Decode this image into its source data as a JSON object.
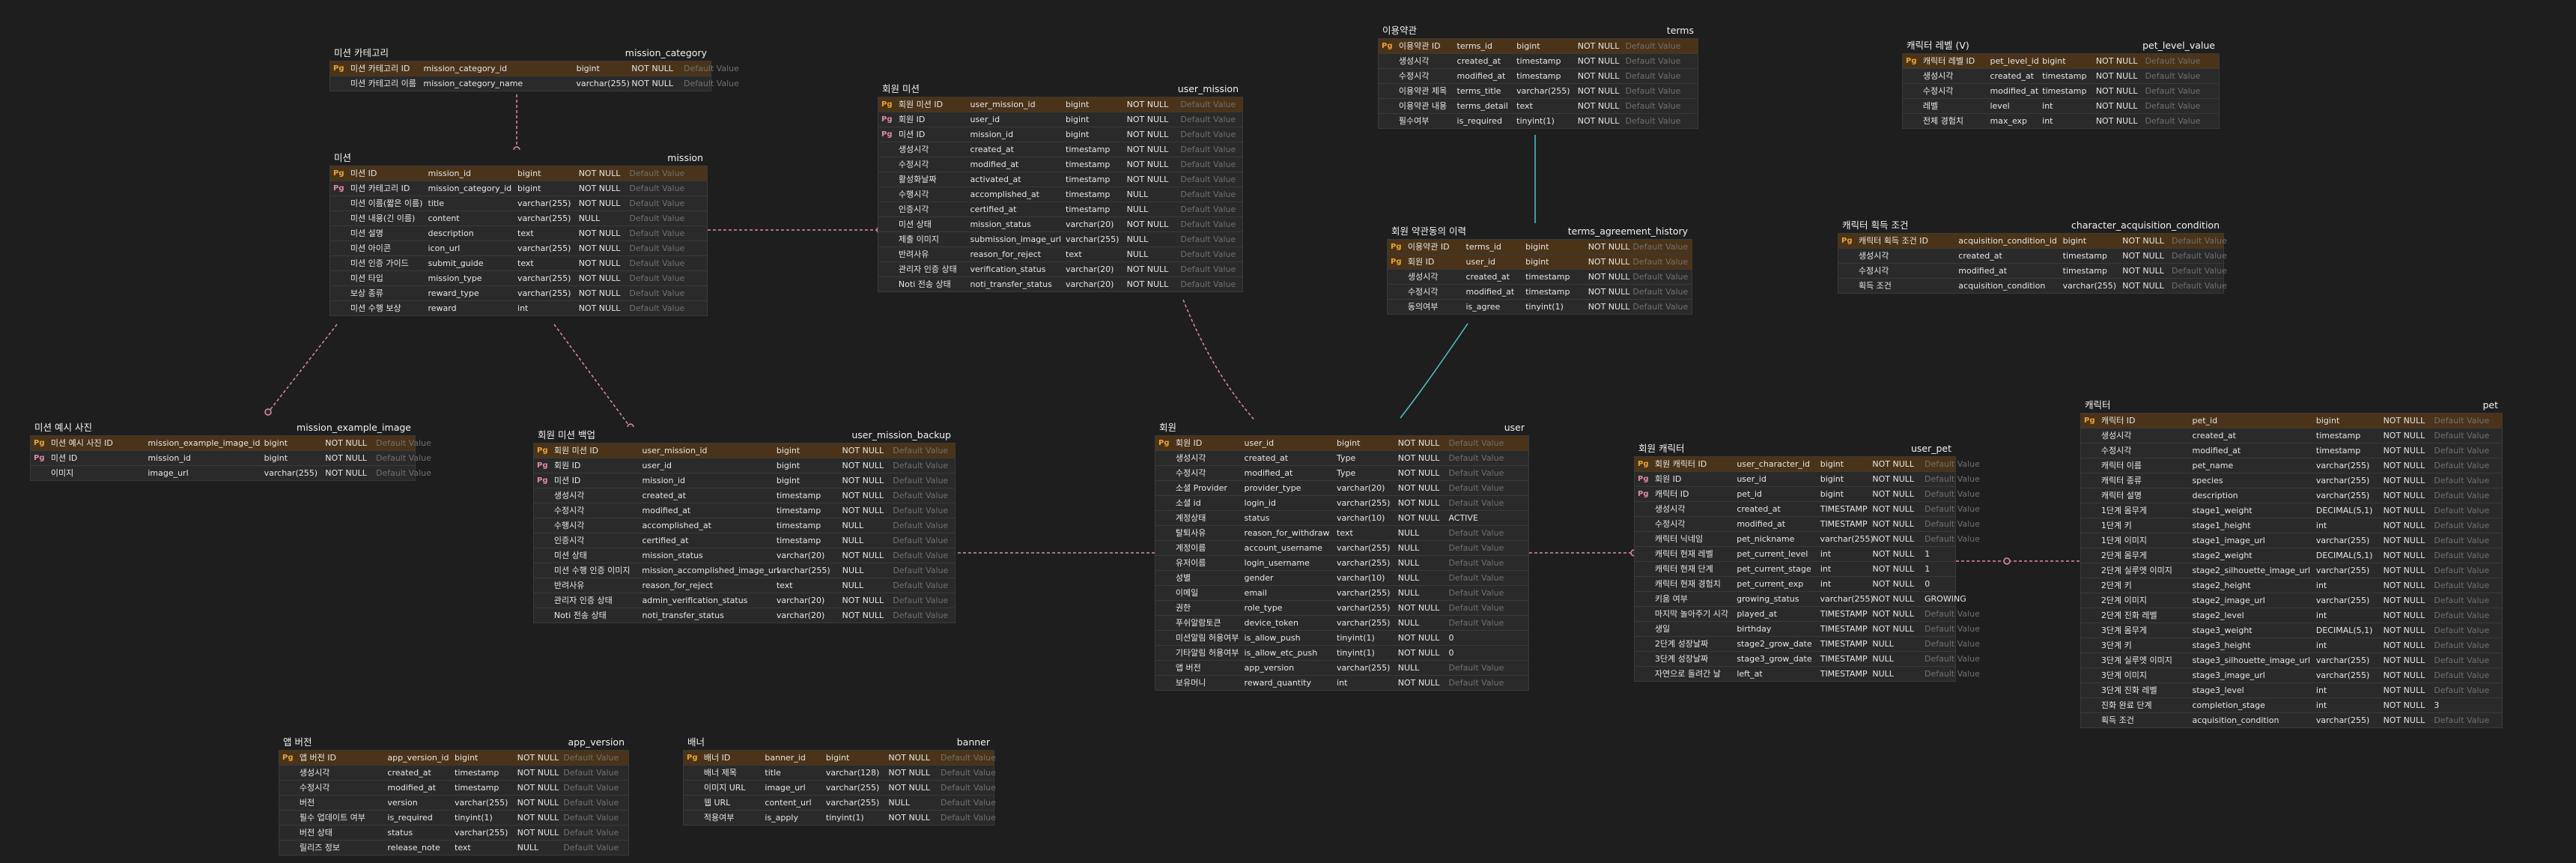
{
  "colors": {
    "background": "#1e1e1e",
    "pk_row": "#4a3318",
    "pink_edge": "#e08aa6",
    "cyan_edge": "#54c4c8"
  },
  "key_labels": {
    "pk": "Pg",
    "fk": "Pg"
  },
  "default_placeholder": "Default Value",
  "tables": [
    {
      "id": "mission_category",
      "title": "미션 카테고리",
      "name": "mission_category",
      "rows": [
        [
          "pk",
          "미션 카테고리 ID",
          "mission_category_id",
          "bigint",
          "NOT NULL",
          ""
        ],
        [
          "",
          "미션 카테고리 이름",
          "mission_category_name",
          "varchar(255)",
          "NOT NULL",
          ""
        ]
      ]
    },
    {
      "id": "mission",
      "title": "미션",
      "name": "mission",
      "rows": [
        [
          "pk",
          "미션 ID",
          "mission_id",
          "bigint",
          "NOT NULL",
          ""
        ],
        [
          "fk",
          "미션 카테고리 ID",
          "mission_category_id",
          "bigint",
          "NOT NULL",
          ""
        ],
        [
          "",
          "미션 이름(짧은 이름)",
          "title",
          "varchar(255)",
          "NOT NULL",
          ""
        ],
        [
          "",
          "미션 내용(긴 이름)",
          "content",
          "varchar(255)",
          "NULL",
          ""
        ],
        [
          "",
          "미션 설명",
          "description",
          "text",
          "NOT NULL",
          ""
        ],
        [
          "",
          "미션 아이콘",
          "icon_url",
          "varchar(255)",
          "NOT NULL",
          ""
        ],
        [
          "",
          "미션 인증 가이드",
          "submit_guide",
          "text",
          "NOT NULL",
          ""
        ],
        [
          "",
          "미션 타입",
          "mission_type",
          "varchar(255)",
          "NOT NULL",
          ""
        ],
        [
          "",
          "보상 종류",
          "reward_type",
          "varchar(255)",
          "NOT NULL",
          ""
        ],
        [
          "",
          "미션 수행 보상",
          "reward",
          "int",
          "NOT NULL",
          ""
        ]
      ]
    },
    {
      "id": "user_mission",
      "title": "회원 미션",
      "name": "user_mission",
      "rows": [
        [
          "pk",
          "회원 미션 ID",
          "user_mission_id",
          "bigint",
          "NOT NULL",
          ""
        ],
        [
          "fk",
          "회원 ID",
          "user_id",
          "bigint",
          "NOT NULL",
          ""
        ],
        [
          "fk",
          "미션 ID",
          "mission_id",
          "bigint",
          "NOT NULL",
          ""
        ],
        [
          "",
          "생성시각",
          "created_at",
          "timestamp",
          "NOT NULL",
          ""
        ],
        [
          "",
          "수정시각",
          "modified_at",
          "timestamp",
          "NOT NULL",
          ""
        ],
        [
          "",
          "활성화날짜",
          "activated_at",
          "timestamp",
          "NOT NULL",
          ""
        ],
        [
          "",
          "수행시각",
          "accomplished_at",
          "timestamp",
          "NULL",
          ""
        ],
        [
          "",
          "인증시각",
          "certified_at",
          "timestamp",
          "NULL",
          ""
        ],
        [
          "",
          "미션 상태",
          "mission_status",
          "varchar(20)",
          "NOT NULL",
          ""
        ],
        [
          "",
          "제출 이미지",
          "submission_image_url",
          "varchar(255)",
          "NULL",
          ""
        ],
        [
          "",
          "반려사유",
          "reason_for_reject",
          "text",
          "NULL",
          ""
        ],
        [
          "",
          "관리자 인증 상태",
          "verification_status",
          "varchar(20)",
          "NOT NULL",
          ""
        ],
        [
          "",
          "Noti 전송 상태",
          "noti_transfer_status",
          "varchar(20)",
          "NOT NULL",
          ""
        ]
      ]
    },
    {
      "id": "terms",
      "title": "이용약관",
      "name": "terms",
      "rows": [
        [
          "pk",
          "이용약관 ID",
          "terms_id",
          "bigint",
          "NOT NULL",
          ""
        ],
        [
          "",
          "생성시각",
          "created_at",
          "timestamp",
          "NOT NULL",
          ""
        ],
        [
          "",
          "수정시각",
          "modified_at",
          "timestamp",
          "NOT NULL",
          ""
        ],
        [
          "",
          "이용약관 제목",
          "terms_title",
          "varchar(255)",
          "NOT NULL",
          ""
        ],
        [
          "",
          "이용약관 내용",
          "terms_detail",
          "text",
          "NOT NULL",
          ""
        ],
        [
          "",
          "필수여부",
          "is_required",
          "tinyint(1)",
          "NOT NULL",
          ""
        ]
      ]
    },
    {
      "id": "pet_level_value",
      "title": "캐릭터 레벨 (V)",
      "name": "pet_level_value",
      "rows": [
        [
          "pk",
          "캐릭터 레벨 ID",
          "pet_level_id",
          "bigint",
          "NOT NULL",
          ""
        ],
        [
          "",
          "생성시각",
          "created_at",
          "timestamp",
          "NOT NULL",
          ""
        ],
        [
          "",
          "수정시각",
          "modified_at",
          "timestamp",
          "NOT NULL",
          ""
        ],
        [
          "",
          "레벨",
          "level",
          "int",
          "NOT NULL",
          ""
        ],
        [
          "",
          "전체 경험치",
          "max_exp",
          "int",
          "NOT NULL",
          ""
        ]
      ]
    },
    {
      "id": "character_acquisition_condition",
      "title": "캐릭터 획득 조건",
      "name": "character_acquisition_condition",
      "rows": [
        [
          "pk",
          "캐릭터 획득 조건 ID",
          "acquisition_condition_id",
          "bigint",
          "NOT NULL",
          ""
        ],
        [
          "",
          "생성시각",
          "created_at",
          "timestamp",
          "NOT NULL",
          ""
        ],
        [
          "",
          "수정시각",
          "modified_at",
          "timestamp",
          "NOT NULL",
          ""
        ],
        [
          "",
          "획득 조건",
          "acquisition_condition",
          "varchar(255)",
          "NOT NULL",
          ""
        ]
      ]
    },
    {
      "id": "terms_agreement_history",
      "title": "회원 약관동의 이력",
      "name": "terms_agreement_history",
      "rows": [
        [
          "pk",
          "이용약관 ID",
          "terms_id",
          "bigint",
          "NOT NULL",
          ""
        ],
        [
          "pk",
          "회원 ID",
          "user_id",
          "bigint",
          "NOT NULL",
          ""
        ],
        [
          "",
          "생성시각",
          "created_at",
          "timestamp",
          "NOT NULL",
          ""
        ],
        [
          "",
          "수정시각",
          "modified_at",
          "timestamp",
          "NOT NULL",
          ""
        ],
        [
          "",
          "동의여부",
          "is_agree",
          "tinyint(1)",
          "NOT NULL",
          ""
        ]
      ]
    },
    {
      "id": "mission_example_image",
      "title": "미션 예시 사진",
      "name": "mission_example_image",
      "rows": [
        [
          "pk",
          "미션 예시 사진 ID",
          "mission_example_image_id",
          "bigint",
          "NOT NULL",
          ""
        ],
        [
          "fk",
          "미션 ID",
          "mission_id",
          "bigint",
          "NOT NULL",
          ""
        ],
        [
          "",
          "이미지",
          "image_url",
          "varchar(255)",
          "NOT NULL",
          ""
        ]
      ]
    },
    {
      "id": "user_mission_backup",
      "title": "회원 미션 백업",
      "name": "user_mission_backup",
      "rows": [
        [
          "pk",
          "회원 미션 ID",
          "user_mission_id",
          "bigint",
          "NOT NULL",
          ""
        ],
        [
          "fk",
          "회원 ID",
          "user_id",
          "bigint",
          "NOT NULL",
          ""
        ],
        [
          "fk",
          "미션 ID",
          "mission_id",
          "bigint",
          "NOT NULL",
          ""
        ],
        [
          "",
          "생성시각",
          "created_at",
          "timestamp",
          "NOT NULL",
          ""
        ],
        [
          "",
          "수정시각",
          "modified_at",
          "timestamp",
          "NOT NULL",
          ""
        ],
        [
          "",
          "수행시각",
          "accomplished_at",
          "timestamp",
          "NULL",
          ""
        ],
        [
          "",
          "인증시각",
          "certified_at",
          "timestamp",
          "NULL",
          ""
        ],
        [
          "",
          "미션 상태",
          "mission_status",
          "varchar(20)",
          "NOT NULL",
          ""
        ],
        [
          "",
          "미션 수행 인증 이미지",
          "mission_accomplished_image_url",
          "varchar(255)",
          "NULL",
          ""
        ],
        [
          "",
          "반려사유",
          "reason_for_reject",
          "text",
          "NULL",
          ""
        ],
        [
          "",
          "관리자 인증 상태",
          "admin_verification_status",
          "varchar(20)",
          "NOT NULL",
          ""
        ],
        [
          "",
          "Noti 전송 상태",
          "noti_transfer_status",
          "varchar(20)",
          "NOT NULL",
          ""
        ]
      ]
    },
    {
      "id": "user",
      "title": "회원",
      "name": "user",
      "rows": [
        [
          "pk",
          "회원 ID",
          "user_id",
          "bigint",
          "NOT NULL",
          ""
        ],
        [
          "",
          "생성시각",
          "created_at",
          "Type",
          "NOT NULL",
          ""
        ],
        [
          "",
          "수정시각",
          "modified_at",
          "Type",
          "NOT NULL",
          ""
        ],
        [
          "",
          "소셜 Provider",
          "provider_type",
          "varchar(20)",
          "NOT NULL",
          ""
        ],
        [
          "",
          "소셜 id",
          "login_id",
          "varchar(255)",
          "NOT NULL",
          ""
        ],
        [
          "",
          "계정상태",
          "status",
          "varchar(10)",
          "NOT NULL",
          "ACTIVE"
        ],
        [
          "",
          "탈퇴사유",
          "reason_for_withdraw",
          "text",
          "NULL",
          ""
        ],
        [
          "",
          "계정이름",
          "account_username",
          "varchar(255)",
          "NULL",
          ""
        ],
        [
          "",
          "유저이름",
          "login_username",
          "varchar(255)",
          "NULL",
          ""
        ],
        [
          "",
          "성별",
          "gender",
          "varchar(10)",
          "NULL",
          ""
        ],
        [
          "",
          "이메일",
          "email",
          "varchar(255)",
          "NULL",
          ""
        ],
        [
          "",
          "권한",
          "role_type",
          "varchar(255)",
          "NOT NULL",
          ""
        ],
        [
          "",
          "푸쉬알람토큰",
          "device_token",
          "varchar(255)",
          "NULL",
          ""
        ],
        [
          "",
          "미션알림 허용여부",
          "is_allow_push",
          "tinyint(1)",
          "NOT NULL",
          "0"
        ],
        [
          "",
          "기타알림 허용여부",
          "is_allow_etc_push",
          "tinyint(1)",
          "NOT NULL",
          "0"
        ],
        [
          "",
          "앱 버전",
          "app_version",
          "varchar(255)",
          "NULL",
          ""
        ],
        [
          "",
          "보유머니",
          "reward_quantity",
          "int",
          "NOT NULL",
          ""
        ]
      ]
    },
    {
      "id": "user_pet",
      "title": "회원 캐릭터",
      "name": "user_pet",
      "rows": [
        [
          "pk",
          "회원 캐릭터 ID",
          "user_character_id",
          "bigint",
          "NOT NULL",
          ""
        ],
        [
          "fk",
          "회원 ID",
          "user_id",
          "bigint",
          "NOT NULL",
          ""
        ],
        [
          "fk",
          "캐릭터 ID",
          "pet_id",
          "bigint",
          "NOT NULL",
          ""
        ],
        [
          "",
          "생성시각",
          "created_at",
          "TIMESTAMP",
          "NOT NULL",
          ""
        ],
        [
          "",
          "수정시각",
          "modified_at",
          "TIMESTAMP",
          "NOT NULL",
          ""
        ],
        [
          "",
          "캐릭터 닉네임",
          "pet_nickname",
          "varchar(255)",
          "NOT NULL",
          ""
        ],
        [
          "",
          "캐릭터 현재 레벨",
          "pet_current_level",
          "int",
          "NOT NULL",
          "1"
        ],
        [
          "",
          "캐릭터 현재 단계",
          "pet_current_stage",
          "int",
          "NOT NULL",
          "1"
        ],
        [
          "",
          "캐릭터 현재 경험치",
          "pet_current_exp",
          "int",
          "NOT NULL",
          "0"
        ],
        [
          "",
          "키움 여부",
          "growing_status",
          "varchar(255)",
          "NOT NULL",
          "GROWING"
        ],
        [
          "",
          "마지막 놀아주기 시각",
          "played_at",
          "TIMESTAMP",
          "NOT NULL",
          ""
        ],
        [
          "",
          "생일",
          "birthday",
          "TIMESTAMP",
          "NOT NULL",
          ""
        ],
        [
          "",
          "2단계 성장날짜",
          "stage2_grow_date",
          "TIMESTAMP",
          "NULL",
          ""
        ],
        [
          "",
          "3단계 성장날짜",
          "stage3_grow_date",
          "TIMESTAMP",
          "NULL",
          ""
        ],
        [
          "",
          "자연으로 돌려간 날",
          "left_at",
          "TIMESTAMP",
          "NULL",
          ""
        ]
      ]
    },
    {
      "id": "pet",
      "title": "캐릭터",
      "name": "pet",
      "rows": [
        [
          "pk",
          "캐릭터 ID",
          "pet_id",
          "bigint",
          "NOT NULL",
          ""
        ],
        [
          "",
          "생성시각",
          "created_at",
          "timestamp",
          "NOT NULL",
          ""
        ],
        [
          "",
          "수정시각",
          "modified_at",
          "timestamp",
          "NOT NULL",
          ""
        ],
        [
          "",
          "캐릭터 이름",
          "pet_name",
          "varchar(255)",
          "NOT NULL",
          ""
        ],
        [
          "",
          "캐릭터 종류",
          "species",
          "varchar(255)",
          "NOT NULL",
          ""
        ],
        [
          "",
          "캐릭터 설명",
          "description",
          "varchar(255)",
          "NOT NULL",
          ""
        ],
        [
          "",
          "1단계 몸무게",
          "stage1_weight",
          "DECIMAL(5,1)",
          "NOT NULL",
          ""
        ],
        [
          "",
          "1단계 키",
          "stage1_height",
          "int",
          "NOT NULL",
          ""
        ],
        [
          "",
          "1단계 이미지",
          "stage1_image_url",
          "varchar(255)",
          "NOT NULL",
          ""
        ],
        [
          "",
          "2단계 몸무게",
          "stage2_weight",
          "DECIMAL(5,1)",
          "NOT NULL",
          ""
        ],
        [
          "",
          "2단계 실루엣 이미지",
          "stage2_silhouette_image_url",
          "varchar(255)",
          "NOT NULL",
          ""
        ],
        [
          "",
          "2단계 키",
          "stage2_height",
          "int",
          "NOT NULL",
          ""
        ],
        [
          "",
          "2단계 이미지",
          "stage2_image_url",
          "varchar(255)",
          "NOT NULL",
          ""
        ],
        [
          "",
          "2단계 진화 레벨",
          "stage2_level",
          "int",
          "NOT NULL",
          ""
        ],
        [
          "",
          "3단계 몸무게",
          "stage3_weight",
          "DECIMAL(5,1)",
          "NOT NULL",
          ""
        ],
        [
          "",
          "3단계 키",
          "stage3_height",
          "int",
          "NOT NULL",
          ""
        ],
        [
          "",
          "3단계 실루엣 이미지",
          "stage3_silhouette_image_url",
          "varchar(255)",
          "NOT NULL",
          ""
        ],
        [
          "",
          "3단계 이미지",
          "stage3_image_url",
          "varchar(255)",
          "NOT NULL",
          ""
        ],
        [
          "",
          "3단계 진화 레벨",
          "stage3_level",
          "int",
          "NOT NULL",
          ""
        ],
        [
          "",
          "진화 완료 단계",
          "completion_stage",
          "int",
          "NOT NULL",
          "3"
        ],
        [
          "",
          "획득 조건",
          "acquisition_condition",
          "varchar(255)",
          "NOT NULL",
          ""
        ]
      ]
    },
    {
      "id": "app_version",
      "title": "앱 버전",
      "name": "app_version",
      "rows": [
        [
          "pk",
          "앱 버전 ID",
          "app_version_id",
          "bigint",
          "NOT NULL",
          ""
        ],
        [
          "",
          "생성시각",
          "created_at",
          "timestamp",
          "NOT NULL",
          ""
        ],
        [
          "",
          "수정시각",
          "modified_at",
          "timestamp",
          "NOT NULL",
          ""
        ],
        [
          "",
          "버전",
          "version",
          "varchar(255)",
          "NOT NULL",
          ""
        ],
        [
          "",
          "필수 업데이트 여부",
          "is_required",
          "tinyint(1)",
          "NOT NULL",
          ""
        ],
        [
          "",
          "버전 상태",
          "status",
          "varchar(255)",
          "NOT NULL",
          ""
        ],
        [
          "",
          "릴리즈 정보",
          "release_note",
          "text",
          "NULL",
          ""
        ]
      ]
    },
    {
      "id": "banner",
      "title": "배너",
      "name": "banner",
      "rows": [
        [
          "pk",
          "배너 ID",
          "banner_id",
          "bigint",
          "NOT NULL",
          ""
        ],
        [
          "",
          "배너 제목",
          "title",
          "varchar(128)",
          "NOT NULL",
          ""
        ],
        [
          "",
          "이미지 URL",
          "image_url",
          "varchar(255)",
          "NOT NULL",
          ""
        ],
        [
          "",
          "웹 URL",
          "content_url",
          "varchar(255)",
          "NULL",
          ""
        ],
        [
          "",
          "적용여부",
          "is_apply",
          "tinyint(1)",
          "NOT NULL",
          ""
        ]
      ]
    }
  ]
}
